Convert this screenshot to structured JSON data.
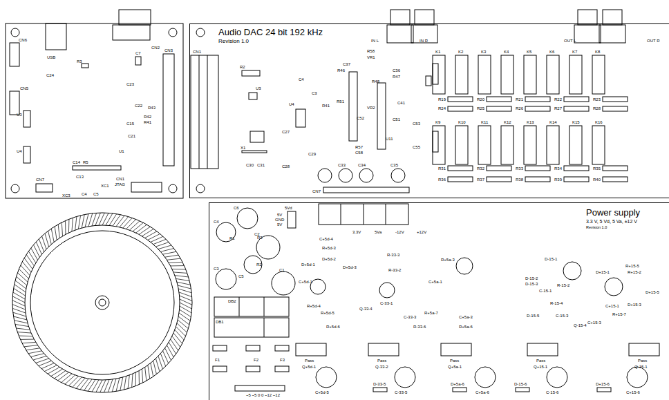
{
  "diagram": {
    "nodes": [
      {
        "text": [
          "Audio DAC 24 bit 192 kHz",
          "Revision 1.0"
        ]
      },
      {
        "text": [
          "Power supply",
          "3.3 V, 5 Vd, 5 Va, ±12 V",
          "Revision 1.0"
        ]
      }
    ],
    "labels": [
      "CN6",
      "USB",
      "CN2",
      "CN3",
      "CN5",
      "R3",
      "C24",
      "C7",
      "C23",
      "U3",
      "U4",
      "U1",
      "C14",
      "R5",
      "C13",
      "C15",
      "C21",
      "C22",
      "R43",
      "R42",
      "R41",
      "CN7",
      "XC3",
      "XC1",
      "CN1",
      "JTAG",
      "C4",
      "C5",
      "CN1",
      "IN L",
      "IN R",
      "OUT L",
      "OUT R",
      "K1",
      "K2",
      "K3",
      "K4",
      "K5",
      "K6",
      "K7",
      "K8",
      "K9",
      "K10",
      "K11",
      "K12",
      "K13",
      "K14",
      "K15",
      "K16",
      "R19",
      "R20",
      "R21",
      "R22",
      "R23",
      "R24",
      "R25",
      "R26",
      "R27",
      "R28",
      "R31",
      "R32",
      "R33",
      "R34",
      "R35",
      "R36",
      "R37",
      "R38",
      "R39",
      "R40",
      "R58",
      "VR1",
      "C37",
      "R46",
      "C36",
      "R47",
      "R48",
      "C4",
      "C3",
      "U4",
      "R41",
      "R51",
      "VR2",
      "C52",
      "C41",
      "C51",
      "C53",
      "C55",
      "U11",
      "R57",
      "C58",
      "U3",
      "R2",
      "X1",
      "C30",
      "C31",
      "C27",
      "C28",
      "C29",
      "C33",
      "C34",
      "C35",
      "CN7",
      "5Vd",
      "5V",
      "GND",
      "5V",
      "3.3V",
      "5Va",
      "-12V",
      "+12V",
      "C6",
      "C4",
      "R1",
      "R3",
      "C2",
      "C3",
      "C5",
      "R2",
      "C1",
      "DB2",
      "DB1",
      "F1",
      "F2",
      "F3",
      "~5 ~5 0 0 ~12 ~12",
      "Pass",
      "Pass",
      "Pass",
      "Pass",
      "Pass",
      "Q+5d-1",
      "Q-33-2",
      "Q+5a-1",
      "Q+15-1",
      "Q-15-1",
      "C+5d-5",
      "D-33-5",
      "C-33-5",
      "D+5a-6",
      "C+5a-6",
      "D-15-6",
      "C-15-6",
      "D+15-6",
      "C+15-6",
      "C+5d-4",
      "R+5d-3",
      "D+5d-2",
      "D+5d-1",
      "D+5d-3",
      "C+5d-1",
      "R+5d-4",
      "R+5d-5",
      "R+5d-6",
      "Q-33-4",
      "R-33-3",
      "R-33-2",
      "C-33-1",
      "C-33-3",
      "R-33-6",
      "R+5a-3",
      "C+5a-1",
      "R+5a-7",
      "C+5a-3",
      "R+5a-6",
      "D-15-1",
      "R-15-2",
      "D-15-2",
      "D-15-3",
      "C-15-1",
      "R-15-4",
      "D-15-5",
      "C-15-3",
      "Q-15-4",
      "R+15-5",
      "R+15-2",
      "D+15-1",
      "D+15-3",
      "D+15-5",
      "C+15-1",
      "R+15-7",
      "C+15-3"
    ]
  }
}
